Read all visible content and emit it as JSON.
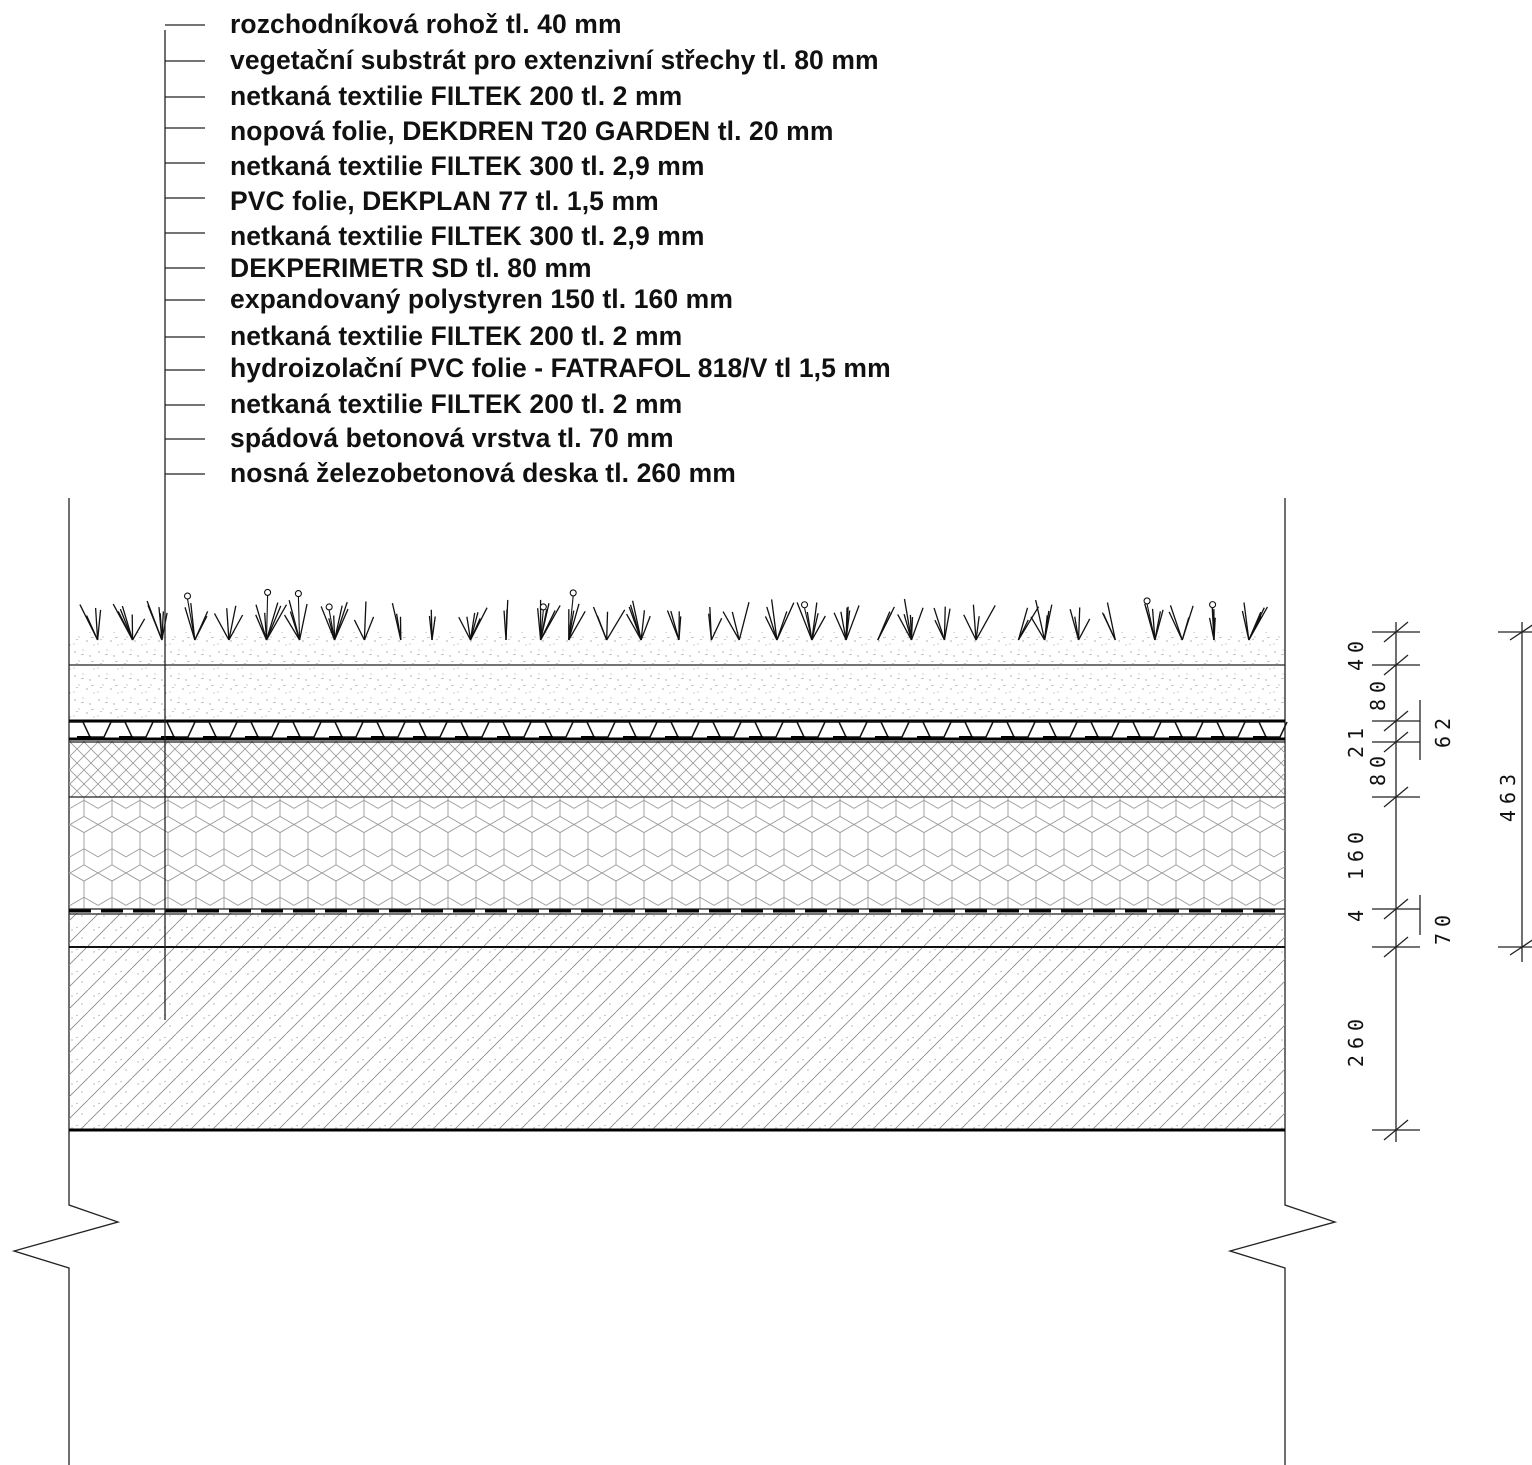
{
  "layers": [
    "rozchodníková rohož tl. 40 mm",
    "vegetační substrát pro extenzivní střechy tl. 80 mm",
    "netkaná textilie FILTEK 200 tl. 2 mm",
    "nopová folie, DEKDREN T20 GARDEN tl. 20 mm",
    "netkaná textilie FILTEK 300 tl. 2,9 mm",
    "PVC folie, DEKPLAN 77 tl. 1,5 mm",
    "netkaná textilie FILTEK 300 tl. 2,9 mm",
    "DEKPERIMETR SD tl. 80 mm",
    "expandovaný polystyren 150 tl. 160 mm",
    "netkaná textilie FILTEK 200 tl. 2 mm",
    "hydroizolační PVC folie - FATRAFOL 818/V tl 1,5 mm",
    "netkaná textilie FILTEK 200 tl. 2 mm",
    "spádová betonová vrstva tl. 70 mm",
    "nosná železobetonová deska tl. 260 mm"
  ],
  "dimensions": {
    "d40": "40",
    "d80a": "80",
    "d21": "21",
    "d80b": "80",
    "d62": "62",
    "d160": "160",
    "d4": "4",
    "d70": "70",
    "d260": "260",
    "d463": "463"
  }
}
